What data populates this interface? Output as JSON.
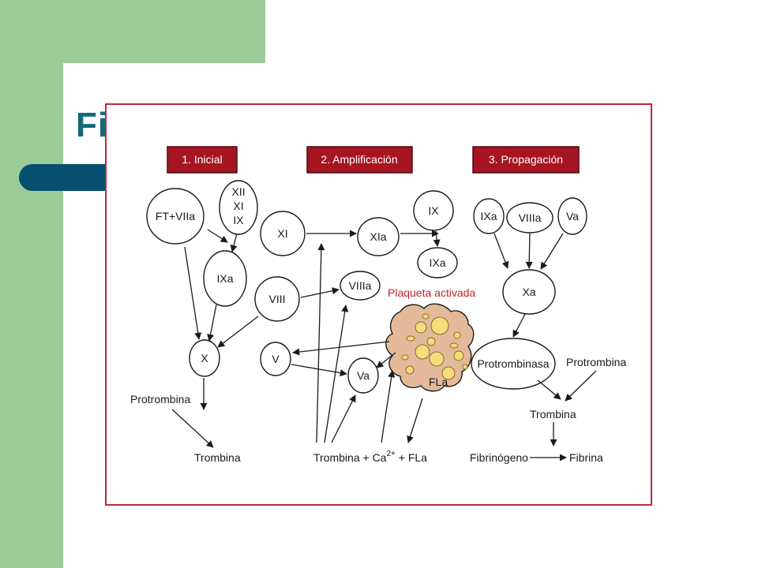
{
  "slide": {
    "title_fragment": "Fi",
    "accent_colors": {
      "green": "#9ccc9a",
      "navy": "#064f6e",
      "teal": "#136a7a",
      "frame": "#c2283a",
      "stage": "#a81522"
    }
  },
  "diagram": {
    "stages": {
      "inicial": "1. Inicial",
      "amplificacion": "2. Amplificación",
      "propagacion": "3. Propagación"
    },
    "nodes": {
      "ft_viia": "FT+VIIa",
      "xii": "XII",
      "xi_1": "XI",
      "ix_1": "IX",
      "ixa_1": "IXa",
      "viii": "VIII",
      "x": "X",
      "xi_2": "XI",
      "xia": "XIa",
      "ix_2": "IX",
      "ixa_2": "IXa",
      "viiia_1": "VIIIa",
      "v": "V",
      "va_1": "Va",
      "ixa_3": "IXa",
      "viiia_2": "VIIIa",
      "va_2": "Va",
      "xa": "Xa",
      "protrombinasa": "Protrombinasa"
    },
    "labels": {
      "protrombina_1": "Protrombina",
      "trombina_1": "Trombina",
      "plaqueta": "Plaqueta activada",
      "fla_platelet": "FLa",
      "trombina_ca_prefix": "Trombina + Ca",
      "ca_superscript": "2+",
      "fla_suffix": " + FLa",
      "protrombina_2": "Protrombina",
      "trombina_2": "Trombina",
      "fibrinogeno": "Fibrinógeno",
      "fibrina": "Fibrina"
    }
  }
}
